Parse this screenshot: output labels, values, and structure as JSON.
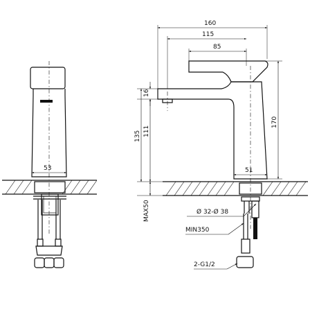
{
  "dimensions": {
    "width_160": "160",
    "width_115": "115",
    "width_85": "85",
    "height_16": "16",
    "height_135": "135",
    "height_111": "111",
    "height_170": "170",
    "width_51": "51",
    "width_53": "53",
    "max50": "MAX50",
    "hole": "Ø 32-Ø 38",
    "min350": "MIN350",
    "thread": "2-G1/2"
  }
}
